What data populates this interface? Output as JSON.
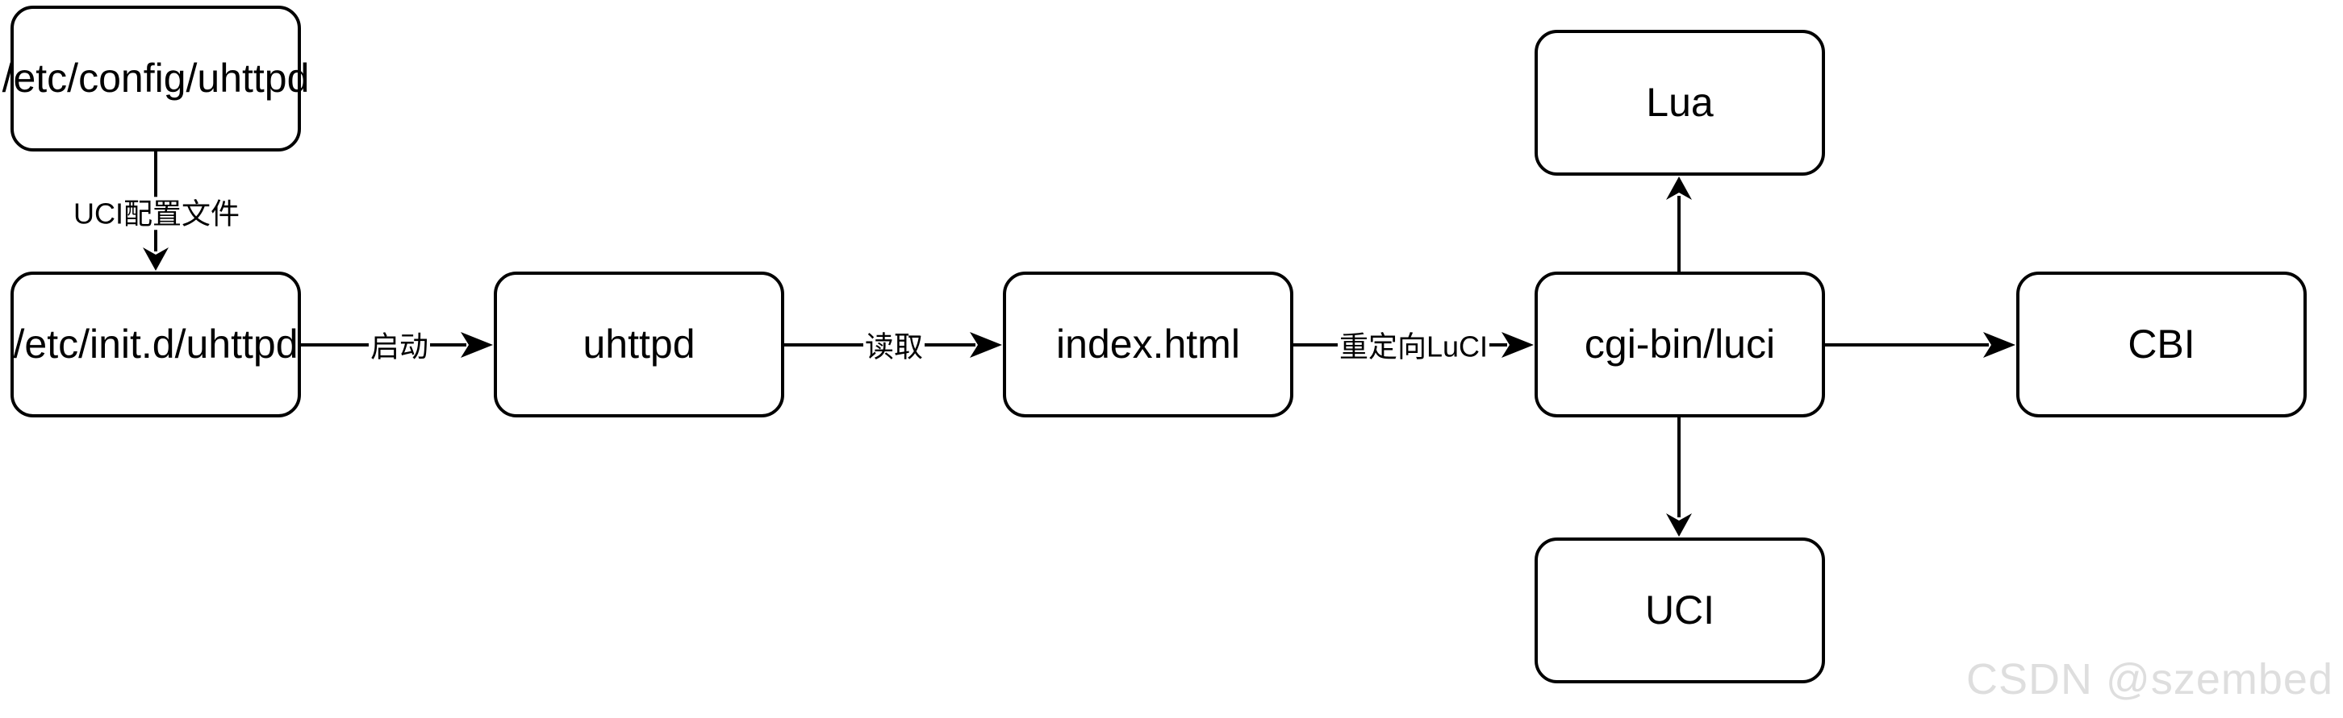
{
  "diagram": {
    "nodes": [
      {
        "id": "etc-config-uhttpd",
        "label": "/etc/config/uhttpd"
      },
      {
        "id": "etc-init-uhttpd",
        "label": "/etc/init.d/uhttpd"
      },
      {
        "id": "uhttpd",
        "label": "uhttpd"
      },
      {
        "id": "index-html",
        "label": "index.html"
      },
      {
        "id": "cgi-bin-luci",
        "label": "cgi-bin/luci"
      },
      {
        "id": "lua",
        "label": "Lua"
      },
      {
        "id": "uci",
        "label": "UCI"
      },
      {
        "id": "cbi",
        "label": "CBI"
      }
    ],
    "edges": [
      {
        "from": "etc-config-uhttpd",
        "to": "etc-init-uhttpd",
        "label": "UCI配置文件"
      },
      {
        "from": "etc-init-uhttpd",
        "to": "uhttpd",
        "label": "启动"
      },
      {
        "from": "uhttpd",
        "to": "index-html",
        "label": "读取"
      },
      {
        "from": "index-html",
        "to": "cgi-bin-luci",
        "label": "重定向LuCI"
      },
      {
        "from": "cgi-bin-luci",
        "to": "cbi",
        "label": ""
      },
      {
        "from": "cgi-bin-luci",
        "to": "lua",
        "label": ""
      },
      {
        "from": "cgi-bin-luci",
        "to": "uci",
        "label": ""
      }
    ],
    "colors": {
      "stroke": "#000000",
      "node_fill": "#ffffff",
      "background": "#ffffff",
      "watermark": "#dedede"
    }
  },
  "watermark": {
    "text": "CSDN @szembed"
  }
}
